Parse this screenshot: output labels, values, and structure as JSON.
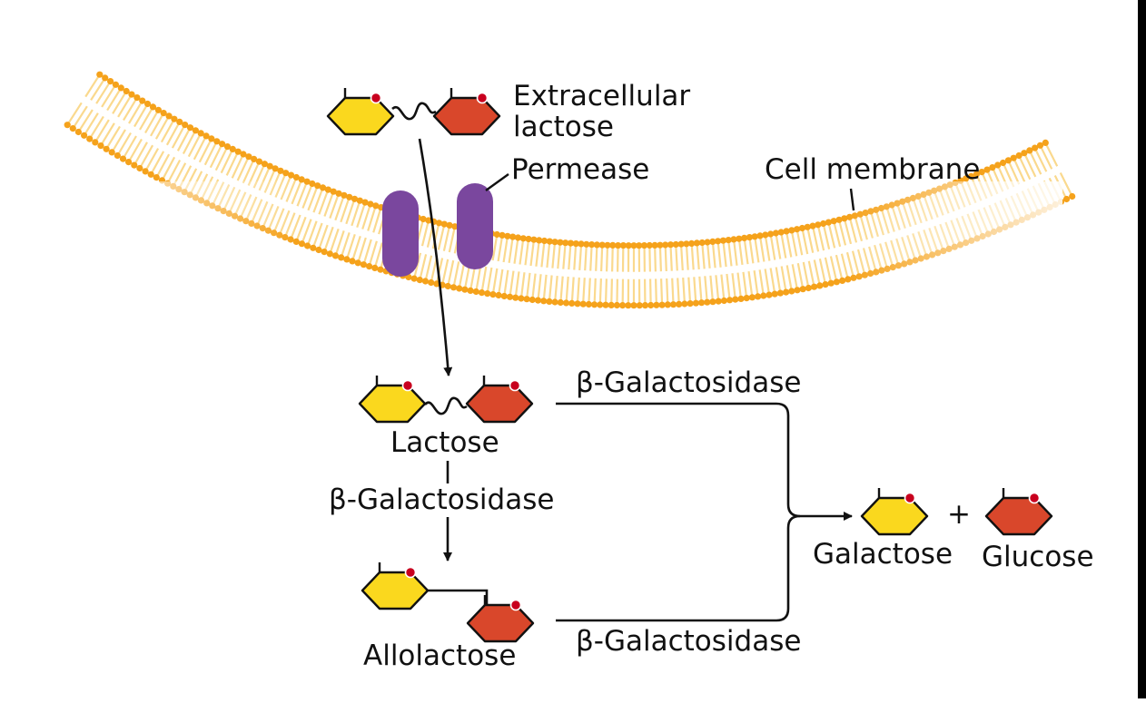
{
  "title": "",
  "colors": {
    "galactose": "#FAD81E",
    "glucose": "#D9472B",
    "hydroxyl_dot": "#C8001E",
    "permease": "#7A479E",
    "membrane_head": "#F5A21B",
    "membrane_tail": "#FAD98E",
    "line": "#111111",
    "border": "#000000"
  },
  "labels": {
    "extracellular_line1": "Extracellular",
    "extracellular_line2": "lactose",
    "permease": "Permease",
    "cell_membrane": "Cell membrane",
    "lactose": "Lactose",
    "allolactose": "Allolactose",
    "enzyme_top": "β-Galactosidase",
    "enzyme_middle": "β-Galactosidase",
    "enzyme_bottom": "β-Galactosidase",
    "plus": "+",
    "galactose": "Galactose",
    "glucose": "Glucose"
  },
  "icons": {
    "galactose": "galactose-hexagon-icon",
    "glucose": "glucose-hexagon-icon",
    "permease": "permease-channel-icon",
    "membrane": "lipid-bilayer"
  }
}
